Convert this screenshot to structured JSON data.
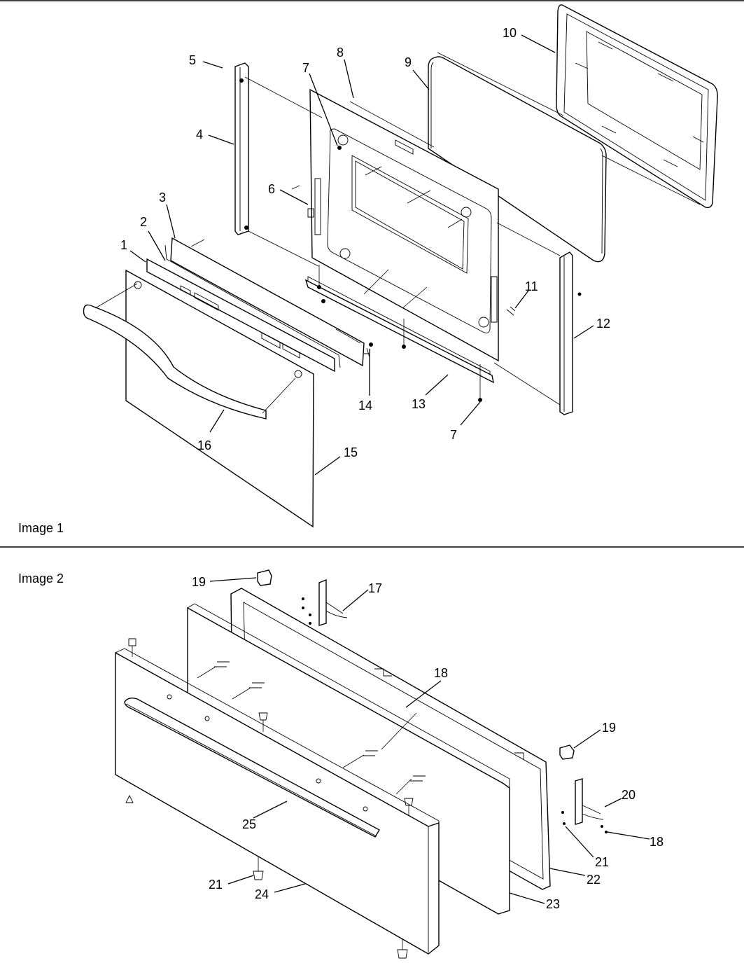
{
  "images": [
    {
      "title": "Image 1",
      "callouts": [
        "1",
        "2",
        "3",
        "4",
        "5",
        "6",
        "7",
        "8",
        "9",
        "10",
        "11",
        "12",
        "13",
        "14",
        "15",
        "16",
        "7"
      ]
    },
    {
      "title": "Image 2",
      "callouts": [
        "17",
        "18",
        "19",
        "19",
        "20",
        "18",
        "21",
        "22",
        "23",
        "25",
        "21",
        "24"
      ]
    }
  ]
}
